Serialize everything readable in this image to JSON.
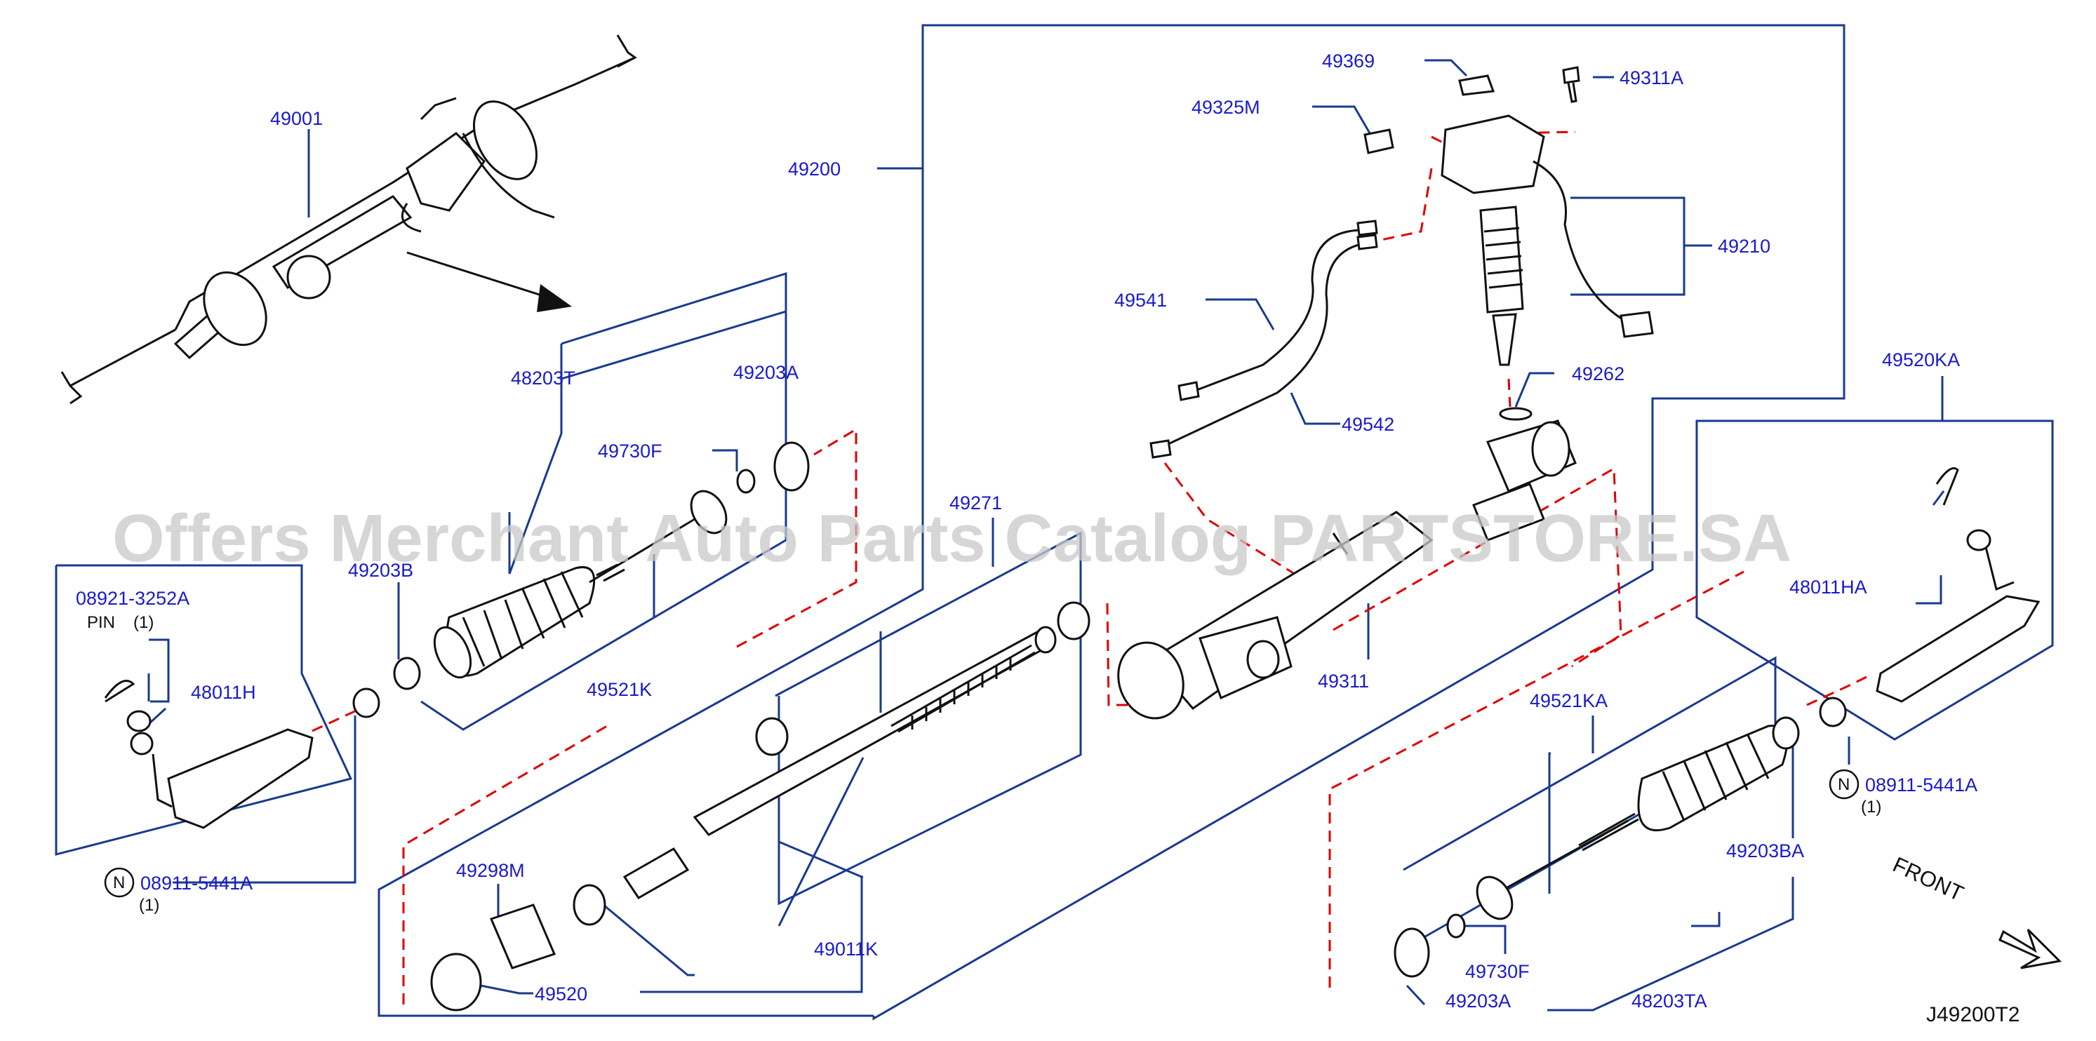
{
  "labels": {
    "p49001": "49001",
    "p49200": "49200",
    "p48203T": "48203T",
    "p49203A_top": "49203A",
    "p49730F_top": "49730F",
    "p49203B": "49203B",
    "p49521K": "49521K",
    "p08921_left": "08921-3252A",
    "pin_left": "PIN",
    "pin_left_qty": "(1)",
    "p48011H": "48011H",
    "p08911_left": "08911-5441A",
    "p08911_left_qty": "(1)",
    "p49271": "49271",
    "p49298M": "49298M",
    "p49520": "49520",
    "p49011K": "49011K",
    "p49369": "49369",
    "p49311A": "49311A",
    "p49325M": "49325M",
    "p49210": "49210",
    "p49541": "49541",
    "p49542": "49542",
    "p49262": "49262",
    "p49311": "49311",
    "p49520KA": "49520KA",
    "p48011HA": "48011HA",
    "p49521KA": "49521KA",
    "p08911_right": "08911-5441A",
    "p08911_right_qty": "(1)",
    "p49203BA": "49203BA",
    "p49730F_bottom": "49730F",
    "p49203A_bottom": "49203A",
    "p48203TA": "48203TA",
    "front": "FRONT",
    "diagram_code": "J49200T2",
    "n_badge": "N"
  },
  "watermark": "Offers Merchant Auto Parts Catalog PARTSTORE.SA",
  "colors": {
    "label_text": "#1a1acc",
    "leader_line": "#1a3a8f",
    "dashed_guide": "#e00000",
    "part_outline": "#111111",
    "watermark": "#c8c8c8"
  }
}
